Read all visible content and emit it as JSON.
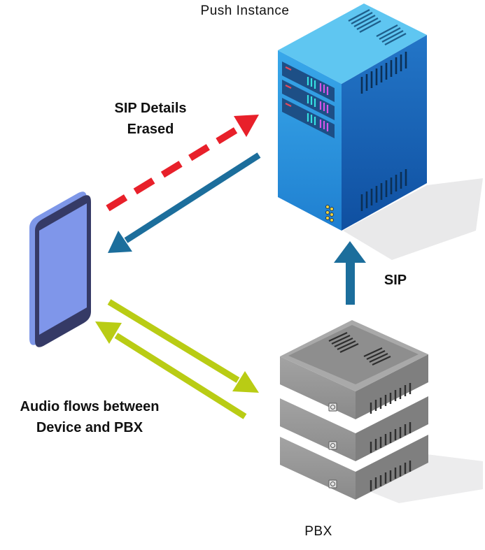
{
  "labels": {
    "push_instance": "Push Instance",
    "sip_details_line1": "SIP Details",
    "sip_details_line2": "Erased",
    "sip": "SIP",
    "audio_line1": "Audio flows between",
    "audio_line2": "Device and PBX",
    "pbx": "PBX"
  },
  "colors": {
    "erased_arrow": "#e8202a",
    "push_arrow": "#1c6e9c",
    "sip_arrow": "#1c6e9c",
    "audio_arrow": "#b9cc14",
    "server_front": "#2a93db",
    "server_side": "#1564b3",
    "server_top": "#61c8f2",
    "pbx_gray": "#8b8b8b"
  },
  "icons": {
    "phone": "smartphone-icon",
    "push_server": "server-tower-icon",
    "pbx": "pbx-stack-icon"
  }
}
